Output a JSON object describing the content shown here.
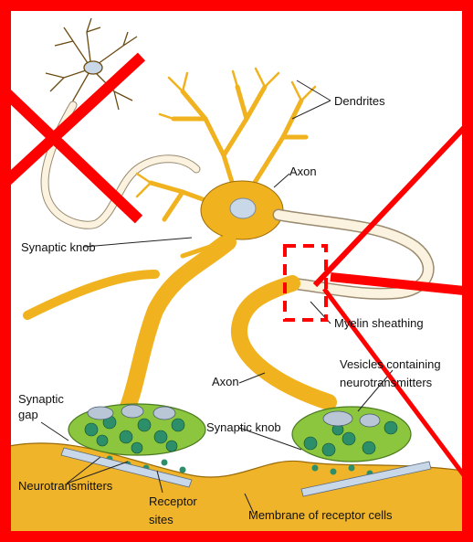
{
  "labels": {
    "dendrites": "Dendrites",
    "axon_top": "Axon",
    "synaptic_knob_top": "Synaptic knob",
    "myelin_sheathing": "Myelin sheathing",
    "vesicles_line1": "Vesicles containing",
    "vesicles_line2": "neurotransmitters",
    "axon_mid": "Axon",
    "synaptic_gap_line1": "Synaptic",
    "synaptic_gap_line2": "gap",
    "synaptic_knob_bottom": "Synaptic knob",
    "neurotransmitters": "Neurotransmitters",
    "receptor_sites_line1": "Receptor",
    "receptor_sites_line2": "sites",
    "membrane": "Membrane of receptor cells"
  },
  "colors": {
    "frame": "#ff0000",
    "neuron": "#f0b21f",
    "neuron_outline": "#9a6a08",
    "membrane": "#efb42a",
    "myelin": "#fbf3df",
    "nucleus": "#c8d8e8",
    "vesicle": "#2c8f6a"
  }
}
